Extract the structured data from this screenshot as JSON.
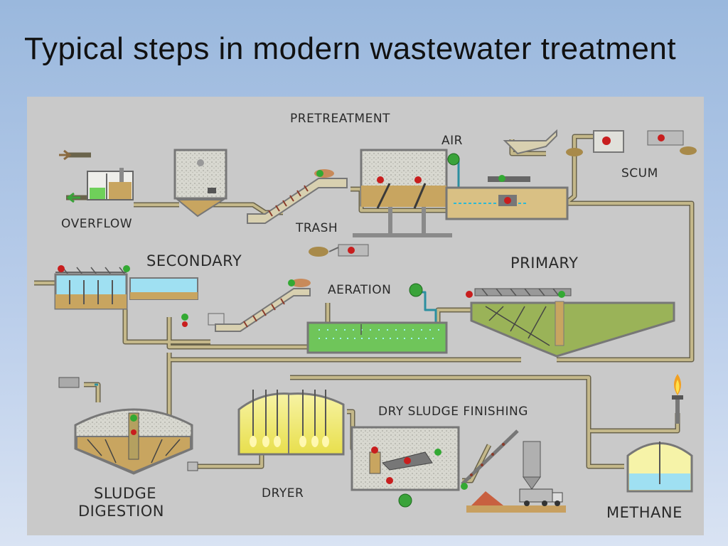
{
  "title": "Typical steps in modern wastewater treatment",
  "diagram": {
    "labels": {
      "pretreatment": "PRETREATMENT",
      "air": "AIR",
      "scum": "SCUM",
      "overflow": "OVERFLOW",
      "trash": "TRASH",
      "secondary": "SECONDARY",
      "primary": "PRIMARY",
      "aeration": "AERATION",
      "dry_sludge_finishing": "DRY SLUDGE FINISHING",
      "sludge": "SLUDGE",
      "digestion": "DIGESTION",
      "dryer": "DRYER",
      "methane": "METHANE"
    },
    "colors": {
      "background": "#c9c9c9",
      "pipe": "#c4b88a",
      "pipe_outline": "#6a644c",
      "sludge": "#c8a560",
      "water_blue": "#9fe0f2",
      "aeration_green": "#6fc55a",
      "pump_red": "#c81e1e",
      "valve_green": "#33a933",
      "dryer_yellow": "#f2ec78",
      "methane_tank": "#f6f3a8"
    },
    "icons": [
      "pump-icon",
      "valve-icon",
      "flame-icon",
      "truck-icon",
      "conveyor-icon",
      "blower-icon",
      "silo-icon"
    ]
  }
}
